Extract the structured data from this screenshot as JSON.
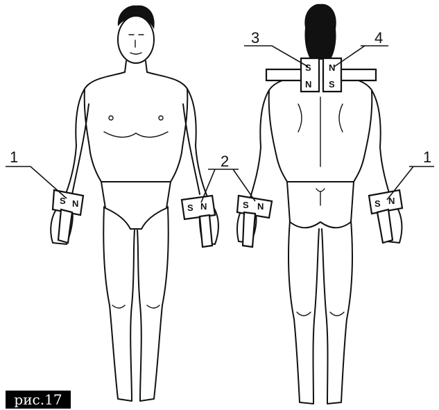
{
  "figure": {
    "caption": "рис.17",
    "labels": [
      "1",
      "2",
      "3",
      "4"
    ],
    "poles": {
      "south": "S",
      "north": "N"
    }
  }
}
